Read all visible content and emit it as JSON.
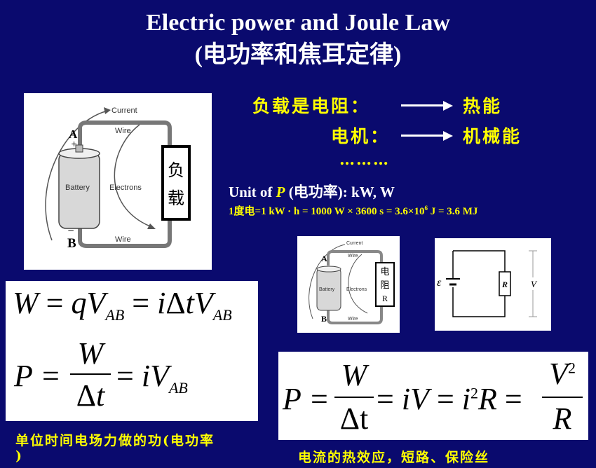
{
  "title": {
    "line1": "Electric power and Joule Law",
    "line2": "(电功率和焦耳定律)"
  },
  "loads": {
    "resistor_load": "负载是电阻：",
    "resistor_result": "热能",
    "motor_load": "电机：",
    "motor_result": "机械能",
    "ellipsis": "………"
  },
  "unit": {
    "prefix": "Unit of ",
    "symbol": "P",
    "label": " (电功率): kW, W",
    "conversion_prefix": "1度电",
    "conversion": "=1 kW · h = 1000 W × 3600 s = 3.6×10",
    "conversion_exp": "6",
    "conversion_suffix": " J = 3.6 MJ"
  },
  "diagram_large": {
    "current": "Current",
    "wire_top": "Wire",
    "wire_bottom": "Wire",
    "battery": "Battery",
    "electrons": "Electrons",
    "terminal_a": "A",
    "terminal_b": "B",
    "plus": "+",
    "minus": "−",
    "load_line1": "负",
    "load_line2": "载"
  },
  "diagram_small": {
    "current": "Current",
    "wire_top": "Wire",
    "wire_bottom": "Wire",
    "battery": "Battery",
    "electrons": "Electrons",
    "terminal_a": "A",
    "terminal_b": "B",
    "load_line1": "电",
    "load_line2": "阻",
    "load_line3": "R"
  },
  "circuit": {
    "emf": "ε",
    "resistor": "R",
    "voltage": "V"
  },
  "formula_left": {
    "W": "W",
    "q": "q",
    "V": "V",
    "sub_AB": "AB",
    "i": "i",
    "delta": "Δ",
    "t": "t",
    "P": "P"
  },
  "formula_right": {
    "P": "P",
    "W": "W",
    "delta_t": "Δt",
    "iV": "iV",
    "i": "i",
    "sq": "2",
    "R": "R",
    "V": "V"
  },
  "notes": {
    "power_definition_line1": "单位时间电场力做的功(电功率",
    "power_definition_line2": ")",
    "joule_effect": "电流的热效应，短路、保险丝"
  },
  "colors": {
    "background": "#0a0a6e",
    "accent": "#ffff00",
    "text": "#ffffff"
  }
}
